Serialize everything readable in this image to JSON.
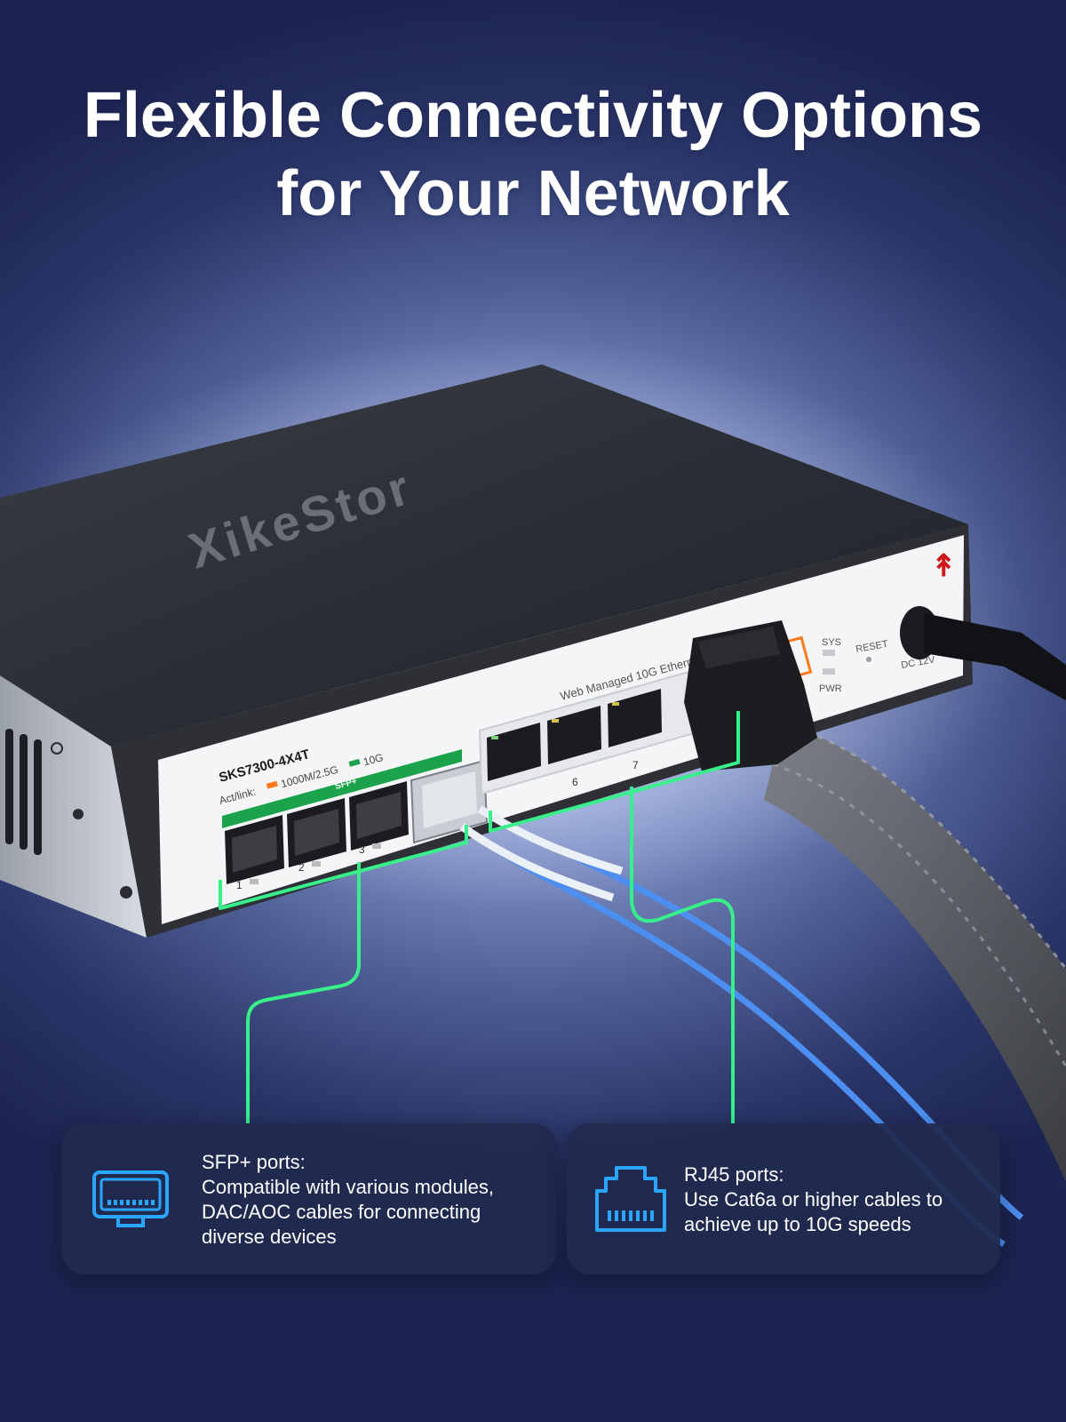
{
  "headline": {
    "line1": "Flexible Connectivity Options",
    "line2": "for Your Network"
  },
  "device": {
    "brand": "XikeStor",
    "model": "SKS7300-4X4T",
    "led_legend_prefix": "Act/link:",
    "led_legend_speed_1": "1000M/2.5G",
    "led_legend_speed_2": "10G",
    "sfp_header": "SFP+",
    "sfp_port_labels": [
      "1",
      "2",
      "3"
    ],
    "rj45_port_labels": [
      "6",
      "7"
    ],
    "product_line": "Web Managed 10G Ethernet",
    "status_sys": "SYS",
    "status_pwr": "PWR",
    "reset_label": "RESET",
    "power_label": "DC 12V",
    "colors": {
      "led_orange": "#ff7a1a",
      "led_green": "#1aa34a",
      "callout_line": "#38f08a"
    }
  },
  "cards": {
    "sfp": {
      "icon": "sfp-port-icon",
      "title": "SFP+ ports:",
      "line1": "Compatible with various modules,",
      "line2": "DAC/AOC cables for connecting",
      "line3": "diverse devices"
    },
    "rj45": {
      "icon": "ethernet-port-icon",
      "title": "RJ45 ports:",
      "line1": "Use Cat6a or higher cables to",
      "line2": "achieve up to 10G speeds"
    },
    "icon_color": "#2aa6ff"
  }
}
